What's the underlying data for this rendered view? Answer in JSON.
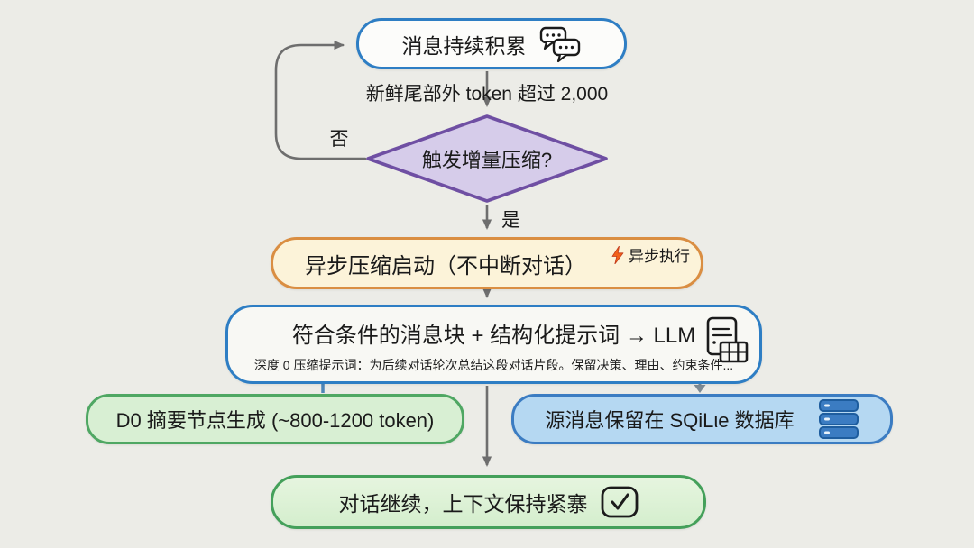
{
  "diagram": {
    "colors": {
      "background": "#ECECE7",
      "arrow_gray": "#6E6E6E",
      "blue_border": "#2E7EC4",
      "purple_border": "#6F4FA3",
      "purple_fill": "#D6CCEA",
      "orange_border": "#DA8E42",
      "orange_fill": "#FCF3D9",
      "green_border": "#4FA763",
      "green_fill": "#D8EFD3",
      "sqlite_border": "#3B7CC2",
      "sqlite_fill": "#B5D8F2"
    },
    "nodes": {
      "accumulate": {
        "label": "消息持续积累",
        "icon": "chat-bubbles-icon"
      },
      "decision": {
        "label": "触发增量压缩?"
      },
      "async_start": {
        "label": "异步压缩启动（不中断对话）",
        "badge": "异步执行",
        "badge_icon": "lightning-icon"
      },
      "llm": {
        "title": "符合条件的消息块 + 结构化提示词 → LLM",
        "subtitle": "深度 0 压缩提示词：为后续对话轮次总结这段对话片段。保留决策、理由、约束条件...",
        "icon": "document-table-icon"
      },
      "d0_summary": {
        "label": "D0 摘要节点生成 (~800-1200 token)"
      },
      "sqlite": {
        "label": "源消息保留在 SQiLιe 数据库",
        "icon": "database-icon"
      },
      "continue": {
        "label": "对话继续，上下文保持紧寨",
        "icon": "check-square-icon"
      }
    },
    "edges": {
      "token_threshold": "新鲜尾部外 token 超过 2,000",
      "no": "否",
      "yes": "是"
    }
  }
}
